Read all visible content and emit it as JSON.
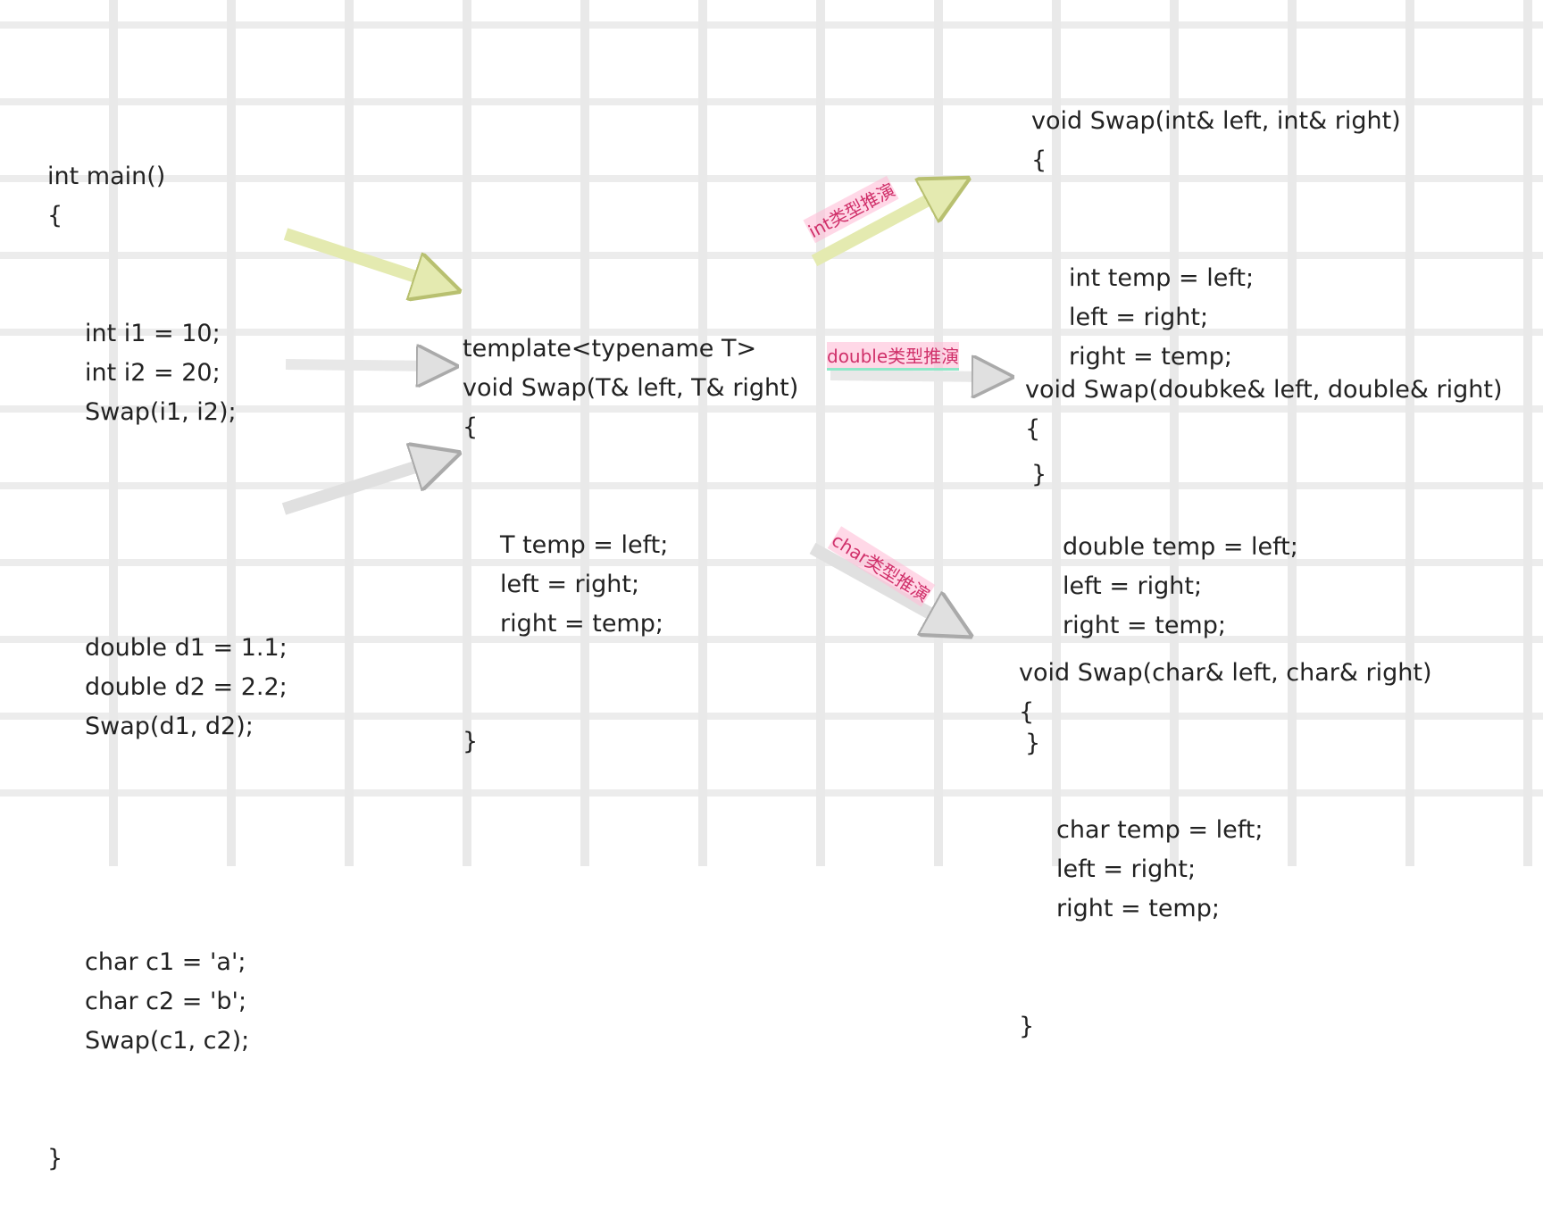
{
  "main_code": [
    "int main()",
    "{",
    "int i1 = 10;",
    "int i2 = 20;",
    "Swap(i1, i2);",
    "",
    "double d1 = 1.1;",
    "double d2 = 2.2;",
    "Swap(d1, d2);",
    "",
    "char c1 = 'a';",
    "char c2 = 'b';",
    "Swap(c1, c2);",
    "}"
  ],
  "template_code": [
    "template<typename T>",
    "void Swap(T& left, T& right)",
    "{",
    "T temp = left;",
    "left = right;",
    "right = temp;",
    "}"
  ],
  "int_code": [
    "void Swap(int& left, int& right)",
    "{",
    "int temp = left;",
    "left = right;",
    "right = temp;",
    "}"
  ],
  "double_code": [
    "void Swap(doubke& left, double& right)",
    "{",
    "double temp = left;",
    "left = right;",
    "right = temp;",
    "}"
  ],
  "char_code": [
    "void Swap(char& left, char& right)",
    "{",
    "char temp = left;",
    "left = right;",
    "right = temp;",
    "}"
  ],
  "labels": {
    "int": "int类型推演",
    "double": "double类型推演",
    "char": "char类型推演"
  },
  "colors": {
    "arrow_yellow": "#e4eab0",
    "arrow_gray": "#dcdcdc",
    "label": "#d0306a"
  }
}
